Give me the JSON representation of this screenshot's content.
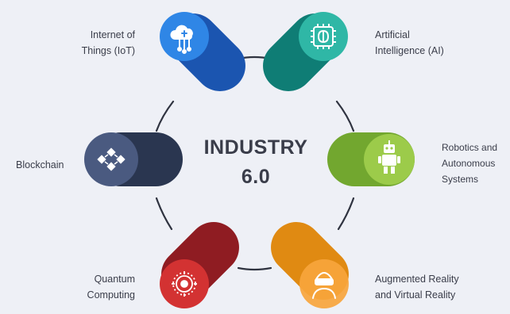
{
  "center": {
    "line1": "INDUSTRY",
    "line2": "6.0"
  },
  "nodes": [
    {
      "id": "iot",
      "label_lines": [
        "Internet of",
        "Things (IoT)"
      ],
      "icon": "cloud-network-icon",
      "color_dark": "#1b55b0",
      "color_light": "#2f86e6"
    },
    {
      "id": "ai",
      "label_lines": [
        "Artificial",
        "Intelligence (AI)"
      ],
      "icon": "ai-chip-brain-icon",
      "color_dark": "#0f7d75",
      "color_light": "#2fb7a6"
    },
    {
      "id": "robotics",
      "label_lines": [
        "Robotics and",
        "Autonomous",
        "Systems"
      ],
      "icon": "robot-icon",
      "color_dark": "#72a72f",
      "color_light": "#9ccb4a"
    },
    {
      "id": "ar-vr",
      "label_lines": [
        "Augmented Reality",
        "and Virtual Reality"
      ],
      "icon": "vr-headset-person-icon",
      "color_dark": "#e08a12",
      "color_light": "#f7a53c"
    },
    {
      "id": "quantum",
      "label_lines": [
        "Quantum",
        "Computing"
      ],
      "icon": "quantum-atom-icon",
      "color_dark": "#8f1c22",
      "color_light": "#d33232"
    },
    {
      "id": "blockchain",
      "label_lines": [
        "Blockchain"
      ],
      "icon": "blockchain-cubes-icon",
      "color_dark": "#2a3650",
      "color_light": "#4a5a80"
    }
  ],
  "colors": {
    "ring": "#2f3340",
    "text": "#3a3d4a",
    "background": "#eef0f6"
  }
}
